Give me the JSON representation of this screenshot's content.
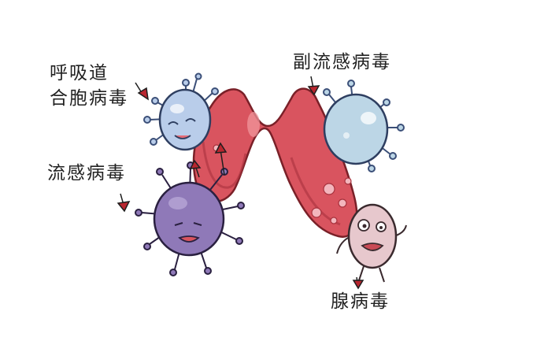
{
  "labels": {
    "rsv_line1": "呼吸道",
    "rsv_line2": "合胞病毒",
    "influenza": "流感病毒",
    "parainfluenza": "副流感病毒",
    "adenovirus": "腺病毒"
  },
  "colors": {
    "lung": "#d9545f",
    "lung_dark": "#a8323d",
    "rsv": "#b9cdea",
    "influenza": "#8f79b8",
    "parainfluenza": "#bcd6e6",
    "adenovirus": "#e7c8cd",
    "arrow": "#b9262f"
  }
}
